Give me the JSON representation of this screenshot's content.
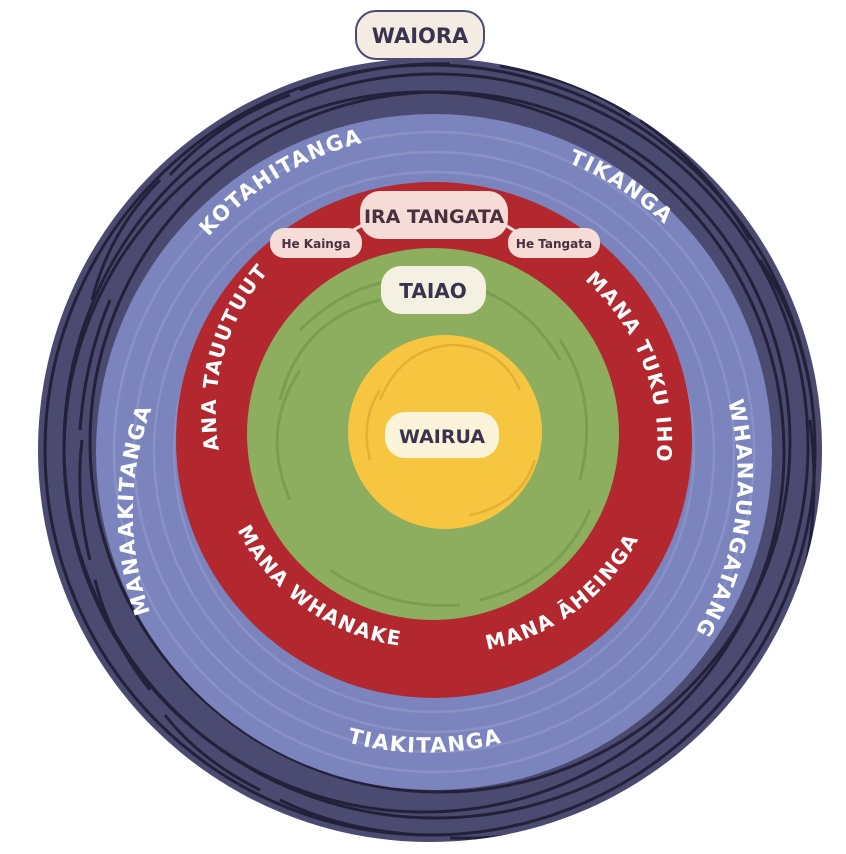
{
  "outer": {
    "label": "WAIORA"
  },
  "blue_ring": {
    "labels": {
      "top_left": "KOTAHITANGA",
      "top_right": "TIKANGA",
      "left": "MANAAKITANGA",
      "right": "WHANAUNGATANGA",
      "bottom": "TIAKITANGA"
    }
  },
  "red_ring": {
    "center_label": "IRA TANGATA",
    "left_sub": "He Kainga",
    "right_sub": "He Tangata",
    "labels": {
      "left": "MANA TAUUTUUTU",
      "right": "MANA TUKU IHO",
      "bottom_left": "MANA WHANAKE",
      "bottom_right": "MANA ĀHEINGA"
    }
  },
  "green_circle": {
    "label": "TAIAO"
  },
  "yellow_circle": {
    "label": "WAIRUA"
  },
  "colors": {
    "outer": "#4b4a70",
    "outer_lines": "#2a2840",
    "blue": "#7b84bd",
    "red": "#b3272e",
    "green": "#8cae5e",
    "yellow": "#f7c640",
    "pill": "#f4ebe3",
    "pill_pink": "#f5dcd6"
  }
}
